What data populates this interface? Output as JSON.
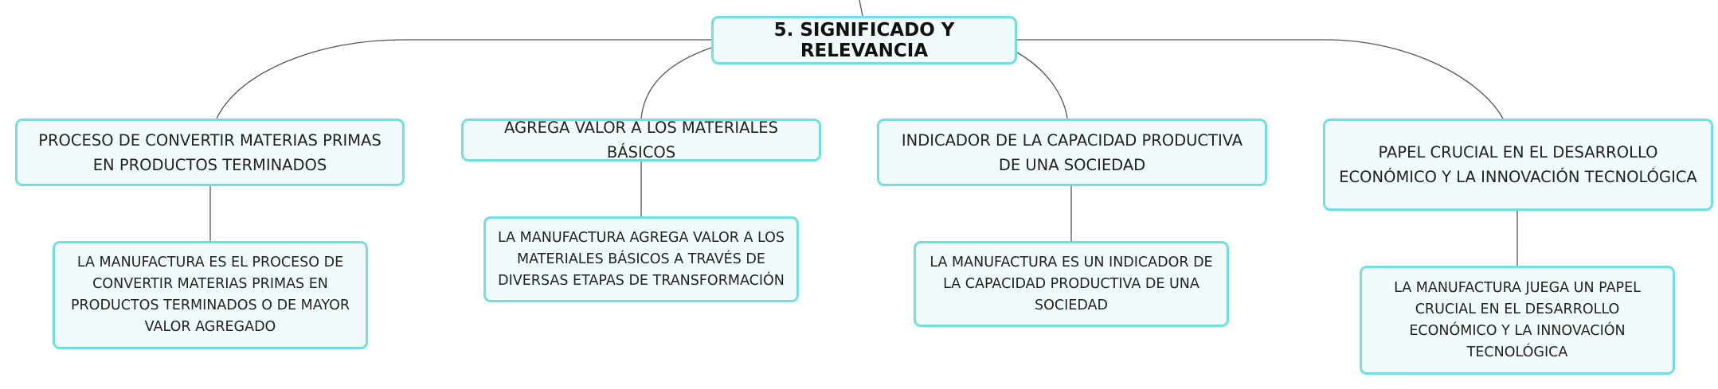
{
  "diagram": {
    "root": {
      "label": "5. SIGNIFICADO Y RELEVANCIA"
    },
    "branches": [
      {
        "label": "PROCESO DE CONVERTIR MATERIAS PRIMAS EN PRODUCTOS TERMINADOS",
        "detail": "LA MANUFACTURA ES EL PROCESO DE CONVERTIR MATERIAS PRIMAS EN PRODUCTOS TERMINADOS O DE MAYOR VALOR AGREGADO"
      },
      {
        "label": "AGREGA VALOR A LOS MATERIALES BÁSICOS",
        "detail": "LA MANUFACTURA AGREGA VALOR A LOS MATERIALES BÁSICOS A TRAVÉS DE DIVERSAS ETAPAS DE TRANSFORMACIÓN"
      },
      {
        "label": "INDICADOR DE LA CAPACIDAD PRODUCTIVA DE UNA SOCIEDAD",
        "detail": "LA MANUFACTURA ES UN INDICADOR DE LA CAPACIDAD PRODUCTIVA DE UNA SOCIEDAD"
      },
      {
        "label": "PAPEL CRUCIAL EN EL DESARROLLO ECONÓMICO Y LA INNOVACIÓN TECNOLÓGICA",
        "detail": "LA MANUFACTURA JUEGA UN PAPEL CRUCIAL EN EL DESARROLLO ECONÓMICO Y LA INNOVACIÓN TECNOLÓGICA"
      }
    ],
    "colors": {
      "node_border": "#6fe0e0",
      "node_fill": "#f2fbfb",
      "connector": "#555555",
      "text": "#222222"
    }
  }
}
